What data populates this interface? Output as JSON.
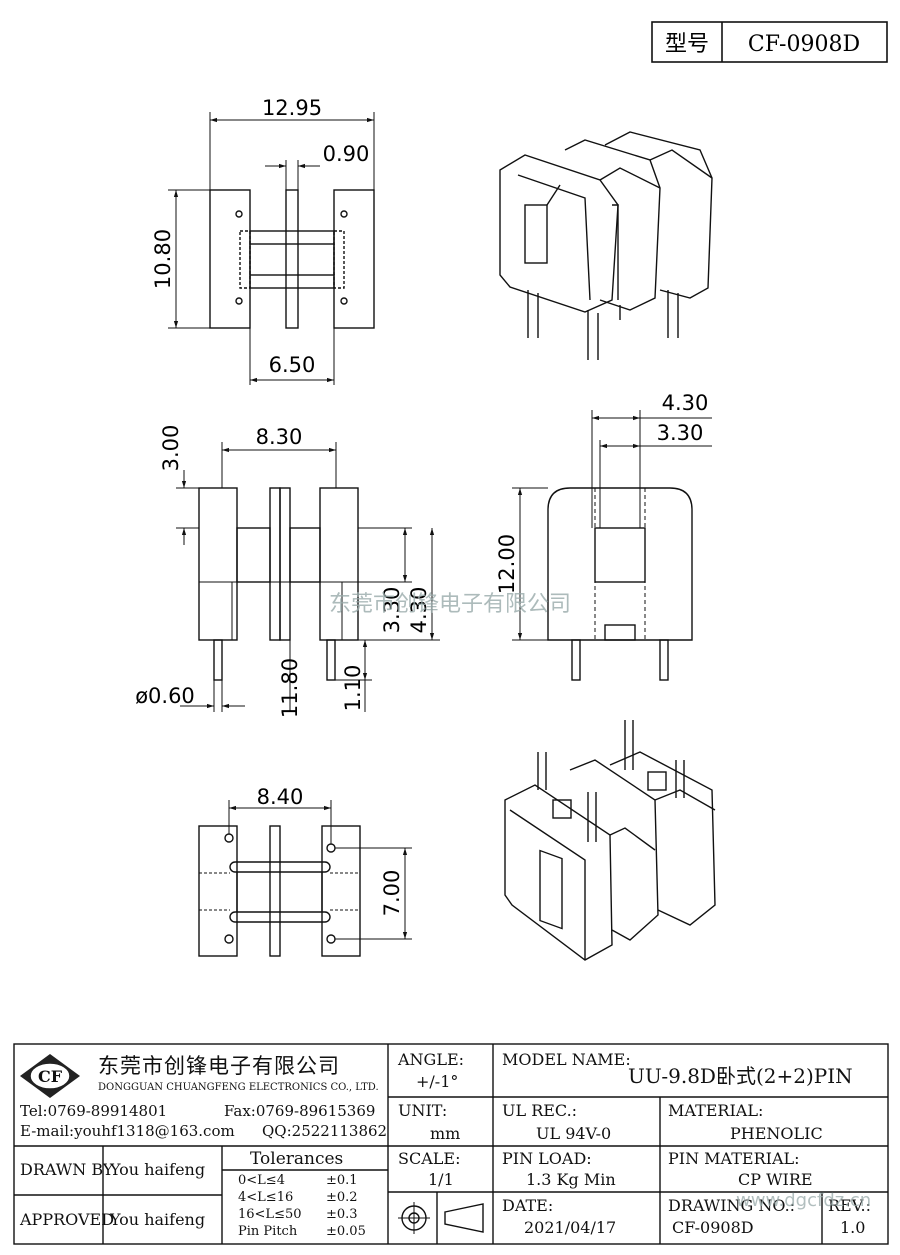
{
  "header": {
    "type_label": "型号",
    "type_value": "CF-0908D"
  },
  "dimensions": {
    "top_view": {
      "overall_width": "12.95",
      "flange": "0.90",
      "height": "10.80",
      "core_width": "6.50"
    },
    "front_view": {
      "pin_span": "8.30",
      "top_offset": "3.00",
      "window_a": "3.30",
      "window_b": "4.30",
      "pin_length": "11.80",
      "standoff": "1.10",
      "pin_diameter": "ø0.60"
    },
    "side_view": {
      "outer": "4.30",
      "inner": "3.30",
      "height": "12.00"
    },
    "bottom_view": {
      "pin_span": "8.40",
      "pin_row": "7.00"
    }
  },
  "watermark": "东莞市创锋电子有限公司",
  "watermark2": "www.dgcfdz.cn",
  "company": {
    "logo": "CF",
    "name_cn": "东莞市创锋电子有限公司",
    "name_en": "DONGGUAN CHUANGFENG ELECTRONICS CO., LTD.",
    "tel": "Tel:0769-89914801",
    "fax": "Fax:0769-89615369",
    "email": "E-mail:youhf1318@163.com",
    "qq": "QQ:2522113862"
  },
  "title_block": {
    "angle_label": "ANGLE:",
    "angle_value": "+/-1°",
    "model_label": "MODEL NAME:",
    "model_value": "UU-9.8D卧式(2+2)PIN",
    "unit_label": "UNIT:",
    "unit_value": "mm",
    "ul_label": "UL REC.:",
    "ul_value": "UL 94V-0",
    "material_label": "MATERIAL:",
    "material_value": "PHENOLIC",
    "drawn_label": "DRAWN BY",
    "drawn_value": "You haifeng",
    "approved_label": "APPROVED",
    "approved_value": "You haifeng",
    "tolerances_label": "Tolerances",
    "tol_rows": [
      {
        "range": "0<L≤4",
        "tol": "±0.1"
      },
      {
        "range": "4<L≤16",
        "tol": "±0.2"
      },
      {
        "range": "16<L≤50",
        "tol": "±0.3"
      },
      {
        "range": "Pin Pitch",
        "tol": "±0.05"
      }
    ],
    "scale_label": "SCALE:",
    "scale_value": "1/1",
    "pinload_label": "PIN LOAD:",
    "pinload_value": "1.3 Kg Min",
    "pinmat_label": "PIN MATERIAL:",
    "pinmat_value": "CP WIRE",
    "date_label": "DATE:",
    "date_value": "2021/04/17",
    "drawing_label": "DRAWING NO.:",
    "drawing_value": "CF-0908D",
    "rev_label": "REV.:",
    "rev_value": "1.0"
  }
}
